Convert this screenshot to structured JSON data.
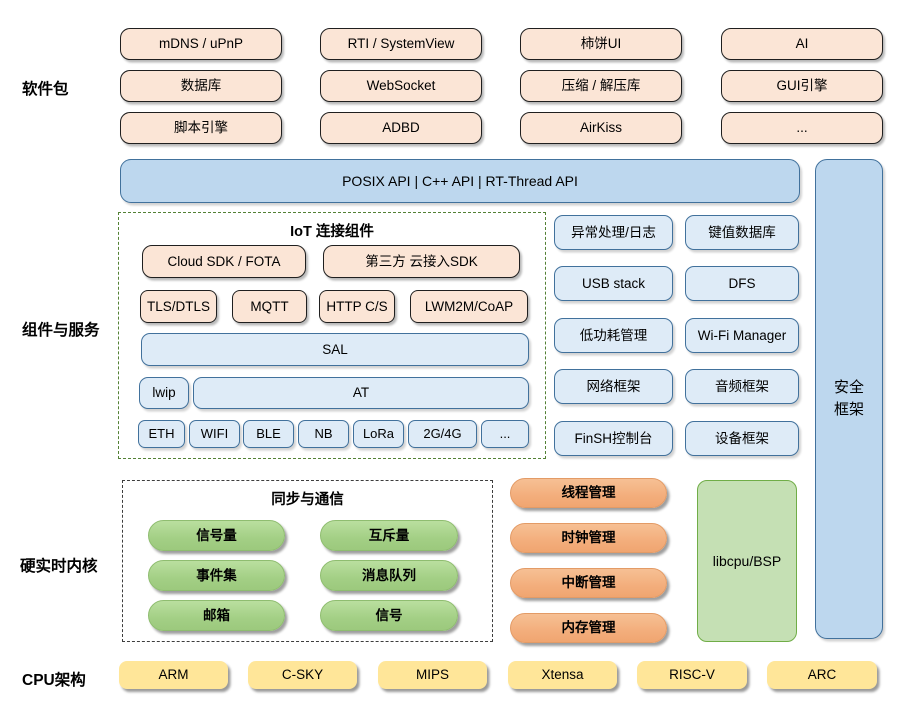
{
  "layer_labels": {
    "software": "软件包",
    "components": "组件与服务",
    "kernel": "硬实时内核",
    "cpu": "CPU架构"
  },
  "software_rows": [
    [
      "mDNS / uPnP",
      "RTI / SystemView",
      "柿饼UI",
      "AI"
    ],
    [
      "数据库",
      "WebSocket",
      "压缩 / 解压库",
      "GUI引擎"
    ],
    [
      "脚本引擎",
      "ADBD",
      "AirKiss",
      "..."
    ]
  ],
  "api_bar": {
    "label": "POSIX API  |  C++ API  |  RT-Thread API"
  },
  "security_bar": {
    "lines": [
      "安全",
      "框架"
    ]
  },
  "iot": {
    "title": "IoT 连接组件",
    "sdk_row": [
      "Cloud SDK / FOTA",
      "第三方 云接入SDK"
    ],
    "protocol_row": [
      "TLS/DTLS",
      "MQTT",
      "HTTP C/S",
      "LWM2M/CoAP"
    ],
    "sal": "SAL",
    "lwip": "lwip",
    "at": "AT",
    "link_row": [
      "ETH",
      "WIFI",
      "BLE",
      "NB",
      "LoRa",
      "2G/4G",
      "..."
    ]
  },
  "services": {
    "col_a": [
      "异常处理/日志",
      "USB stack",
      "低功耗管理",
      "网络框架",
      "FinSH控制台"
    ],
    "col_b": [
      "键值数据库",
      "DFS",
      "Wi-Fi Manager",
      "音频框架",
      "设备框架"
    ]
  },
  "sync": {
    "title": "同步与通信",
    "col_a": [
      "信号量",
      "事件集",
      "邮箱"
    ],
    "col_b": [
      "互斥量",
      "消息队列",
      "信号"
    ]
  },
  "kernel_mgmt": [
    "线程管理",
    "时钟管理",
    "中断管理",
    "内存管理"
  ],
  "libcpu": {
    "label": "libcpu/BSP"
  },
  "cpu_archs": [
    "ARM",
    "C-SKY",
    "MIPS",
    "Xtensa",
    "RISC-V",
    "ARC"
  ],
  "colors": {
    "package_fill": "#FBE5D6",
    "service_fill": "#DEEBF7",
    "api_fill": "#BDD7EE",
    "blue_border": "#41719C",
    "kernel_obj_fill": "#A9D18E",
    "kernel_mgmt_fill": "#F4B183",
    "libcpu_fill": "#C5E0B4",
    "cpu_fill": "#FFE699",
    "iot_frame_border": "#538135"
  }
}
